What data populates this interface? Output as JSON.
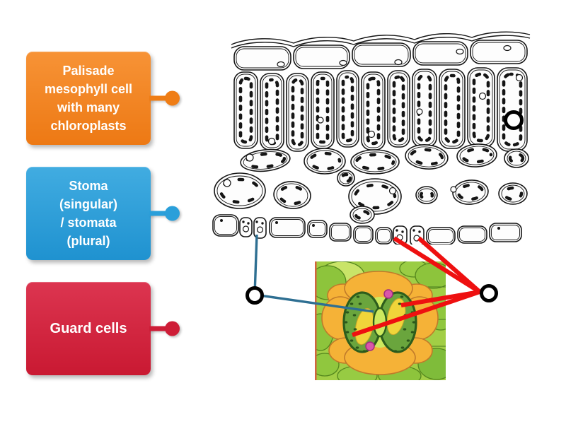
{
  "page": {
    "background": "#ffffff"
  },
  "colors": {
    "page_bg": "#ffffff",
    "label_text": "#ffffff",
    "orange_top": "#f79336",
    "orange_bottom": "#ed7914",
    "orange_pin": "#ef7d15",
    "blue_top": "#41ace1",
    "blue_bottom": "#1f92d0",
    "blue_pin": "#2a9fda",
    "red_top": "#dc3550",
    "red_bottom": "#c91932",
    "red_pin": "#ce1d37",
    "connector_blue": "#2e6f92",
    "connector_red": "#ee1010",
    "target_ring": "#000000",
    "diagram_ink": "#151515"
  },
  "labels": [
    {
      "id": "palisade-mesophyll",
      "full_text": "Palisade mesophyll cell with many chloroplasts",
      "lines": [
        "Palisade",
        "mesophyll cell",
        "with many",
        "chloroplasts"
      ]
    },
    {
      "id": "stoma",
      "full_text": "Stoma (singular) / stomata (plural)",
      "lines": [
        "Stoma",
        "(singular)",
        "/ stomata",
        "(plural)"
      ]
    },
    {
      "id": "guard-cells",
      "full_text": "Guard cells",
      "lines": [
        "Guard cells"
      ]
    }
  ],
  "illustrations": {
    "leaf_cross_section": "leaf cross-section line drawing (upper epidermis, palisade mesophyll, spongy mesophyll, lower epidermis with two stomata)",
    "stoma_closeup": "colour close-up of a stoma: two green guard cells with chloroplasts and pink nuclei surrounded by yellow epidermal cells"
  }
}
